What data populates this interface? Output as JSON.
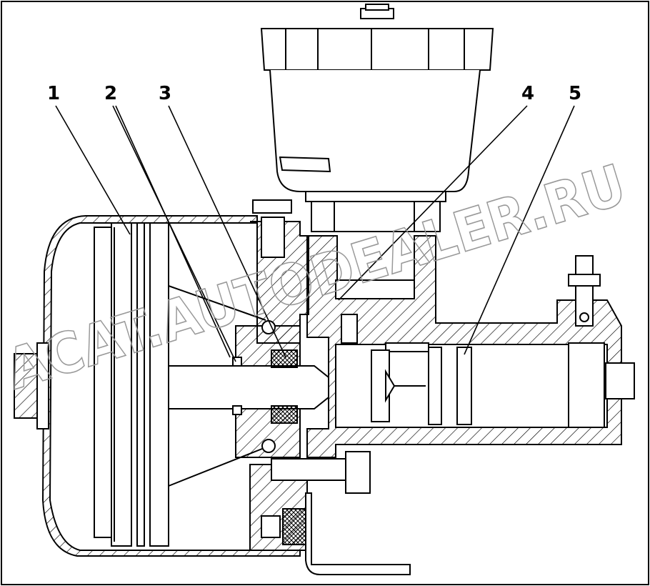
{
  "callouts": [
    {
      "label": "1"
    },
    {
      "label": "2"
    },
    {
      "label": "3"
    },
    {
      "label": "4"
    },
    {
      "label": "5"
    }
  ],
  "watermark": {
    "text": "ACAT.AUTODEALER.RU"
  },
  "colors": {
    "line": "#000000",
    "background": "#ffffff",
    "watermark": "#999999"
  }
}
